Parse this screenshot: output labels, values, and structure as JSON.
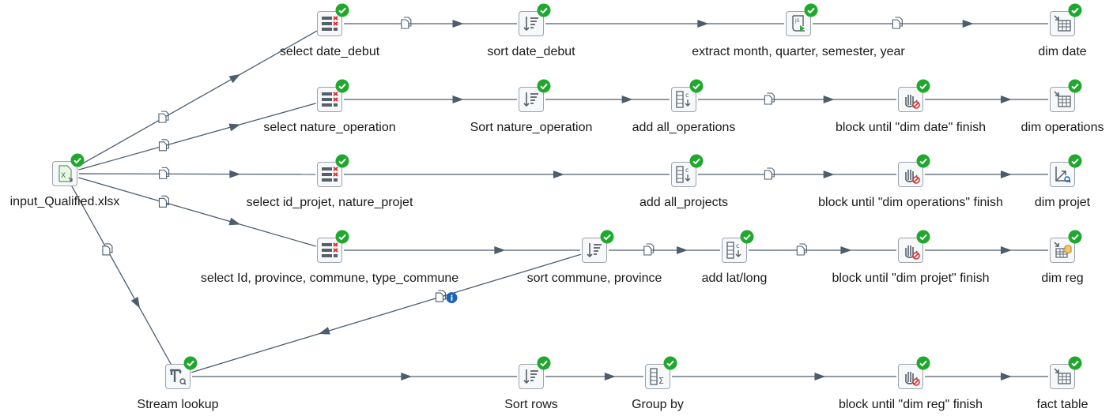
{
  "colors": {
    "hop": "#4d5d6e",
    "ok": "#1fa82d",
    "info": "#1b63b6"
  },
  "steps": {
    "input": {
      "label": "input_Qualified.xlsx",
      "icon": "excel-input-icon"
    },
    "select_date": {
      "label": "select date_debut",
      "icon": "select-values-icon"
    },
    "sort_date": {
      "label": "sort date_debut",
      "icon": "sort-rows-icon"
    },
    "extract": {
      "label": "extract month, quarter, semester, year",
      "icon": "javascript-icon"
    },
    "dim_date": {
      "label": "dim date",
      "icon": "table-output-icon"
    },
    "select_nature": {
      "label": "select nature_operation",
      "icon": "select-values-icon"
    },
    "sort_nature": {
      "label": "Sort nature_operation",
      "icon": "sort-rows-icon"
    },
    "add_ops": {
      "label": "add all_operations",
      "icon": "add-constants-icon"
    },
    "block_date": {
      "label": "block until \"dim date\" finish",
      "icon": "blocking-icon"
    },
    "dim_ops": {
      "label": "dim operations",
      "icon": "table-output-icon"
    },
    "select_proj": {
      "label": "select id_projet, nature_projet",
      "icon": "select-values-icon"
    },
    "add_proj": {
      "label": "add all_projects",
      "icon": "add-constants-icon"
    },
    "block_ops": {
      "label": "block until \"dim operations\" finish",
      "icon": "blocking-icon"
    },
    "dim_projet": {
      "label": "dim projet",
      "icon": "dimension-lookup-icon"
    },
    "select_prov": {
      "label": "select Id, province, commune, type_commune",
      "icon": "select-values-icon"
    },
    "sort_commune": {
      "label": "sort commune, province",
      "icon": "sort-rows-icon"
    },
    "add_latlong": {
      "label": "add lat/long",
      "icon": "add-constants-icon"
    },
    "block_projet": {
      "label": "block until \"dim projet\" finish",
      "icon": "blocking-icon"
    },
    "dim_reg": {
      "label": "dim reg",
      "icon": "combination-lookup-icon"
    },
    "stream_lookup": {
      "label": "Stream lookup",
      "icon": "stream-lookup-icon"
    },
    "sort_rows": {
      "label": "Sort rows",
      "icon": "sort-rows-icon"
    },
    "group_by": {
      "label": "Group by",
      "icon": "group-by-icon"
    },
    "block_reg": {
      "label": "block until \"dim reg\" finish",
      "icon": "blocking-icon"
    },
    "fact_table": {
      "label": "fact table",
      "icon": "table-output-icon"
    }
  },
  "hops": [
    {
      "from": "input",
      "to": "select_date",
      "copy": true
    },
    {
      "from": "input",
      "to": "select_nature",
      "copy": true
    },
    {
      "from": "input",
      "to": "select_proj",
      "copy": true
    },
    {
      "from": "input",
      "to": "select_prov",
      "copy": true
    },
    {
      "from": "input",
      "to": "stream_lookup",
      "copy": true
    },
    {
      "from": "select_date",
      "to": "sort_date",
      "copy": true
    },
    {
      "from": "sort_date",
      "to": "extract",
      "copy": false
    },
    {
      "from": "extract",
      "to": "dim_date",
      "copy": true
    },
    {
      "from": "select_nature",
      "to": "sort_nature",
      "copy": false
    },
    {
      "from": "sort_nature",
      "to": "add_ops",
      "copy": false
    },
    {
      "from": "add_ops",
      "to": "block_date",
      "copy": true
    },
    {
      "from": "block_date",
      "to": "dim_ops",
      "copy": false
    },
    {
      "from": "select_proj",
      "to": "add_proj",
      "copy": false
    },
    {
      "from": "add_proj",
      "to": "block_ops",
      "copy": true
    },
    {
      "from": "block_ops",
      "to": "dim_projet",
      "copy": false
    },
    {
      "from": "select_prov",
      "to": "sort_commune",
      "copy": false
    },
    {
      "from": "sort_commune",
      "to": "add_latlong",
      "copy": true
    },
    {
      "from": "add_latlong",
      "to": "block_projet",
      "copy": true
    },
    {
      "from": "block_projet",
      "to": "dim_reg",
      "copy": false
    },
    {
      "from": "sort_commune",
      "to": "stream_lookup",
      "copy": true,
      "info": true
    },
    {
      "from": "stream_lookup",
      "to": "sort_rows",
      "copy": false
    },
    {
      "from": "sort_rows",
      "to": "group_by",
      "copy": false
    },
    {
      "from": "group_by",
      "to": "block_reg",
      "copy": false
    },
    {
      "from": "block_reg",
      "to": "fact_table",
      "copy": false
    }
  ]
}
